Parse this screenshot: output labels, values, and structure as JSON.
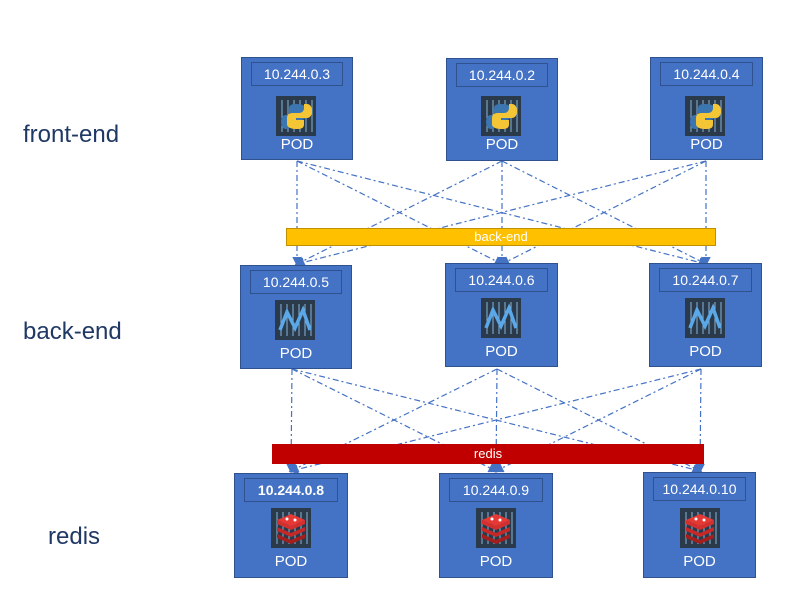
{
  "rows": {
    "frontend_label": "front-end",
    "backend_label": "back-end",
    "redis_label": "redis"
  },
  "services": {
    "backend": "back-end",
    "redis": "redis"
  },
  "pods": {
    "frontend": [
      {
        "ip": "10.244.0.3",
        "label": "POD",
        "icon": "python-container-icon"
      },
      {
        "ip": "10.244.0.2",
        "label": "POD",
        "icon": "python-container-icon"
      },
      {
        "ip": "10.244.0.4",
        "label": "POD",
        "icon": "python-container-icon"
      }
    ],
    "backend": [
      {
        "ip": "10.244.0.5",
        "label": "POD",
        "icon": "app-container-icon"
      },
      {
        "ip": "10.244.0.6",
        "label": "POD",
        "icon": "app-container-icon"
      },
      {
        "ip": "10.244.0.7",
        "label": "POD",
        "icon": "app-container-icon"
      }
    ],
    "redis": [
      {
        "ip": "10.244.0.8",
        "label": "POD",
        "icon": "redis-container-icon"
      },
      {
        "ip": "10.244.0.9",
        "label": "POD",
        "icon": "redis-container-icon"
      },
      {
        "ip": "10.244.0.10",
        "label": "POD",
        "icon": "redis-container-icon"
      }
    ]
  },
  "colors": {
    "pod_fill": "#4472c4",
    "pod_border": "#2f528f",
    "backend_service": "#ffc000",
    "redis_service": "#c00000",
    "connector": "#4472c4",
    "row_label": "#1f3864"
  }
}
